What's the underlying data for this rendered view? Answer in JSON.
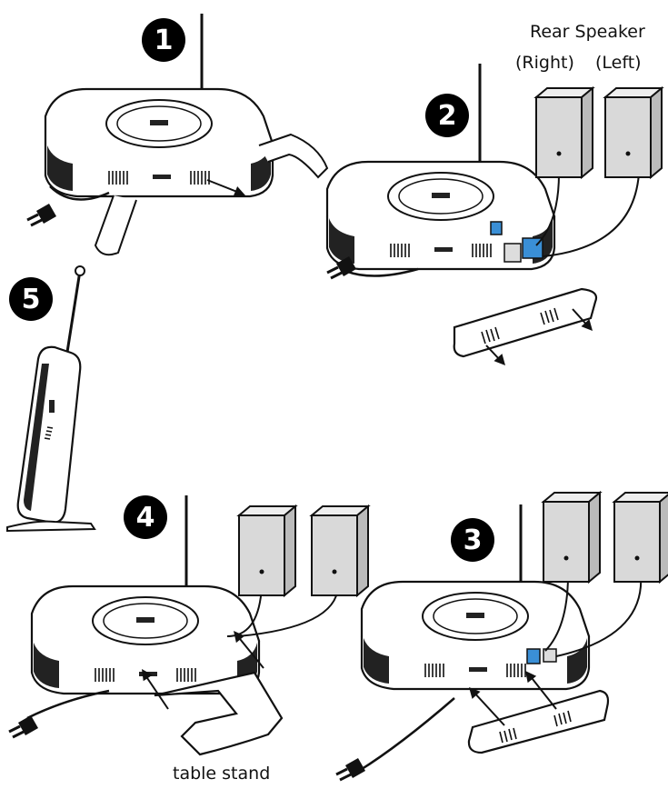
{
  "steps": [
    "1",
    "2",
    "3",
    "4",
    "5"
  ],
  "labels": {
    "rear_speaker": "Rear Speaker",
    "right": "(Right)",
    "left": "(Left)",
    "table_stand": "table stand"
  },
  "colors": {
    "line": "#111111",
    "speaker_fill": "#d9d9d9",
    "connector_blue": "#3a8fd6",
    "badge": "#000000"
  }
}
